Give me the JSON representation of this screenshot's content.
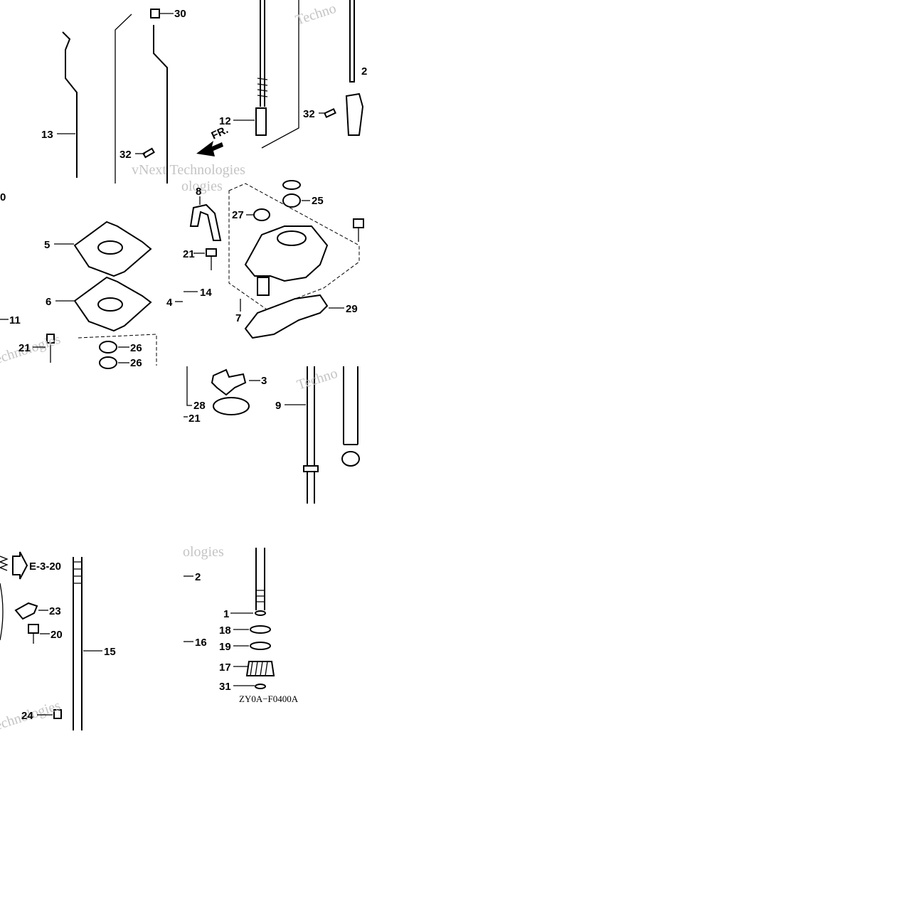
{
  "diagram": {
    "code": "ZY0A−F0400A",
    "direction_arrow": "FR.",
    "ref_callout": "E-3-20",
    "watermark": "vNext Technologies",
    "labels": [
      "1",
      "2",
      "3",
      "4",
      "5",
      "6",
      "7",
      "8",
      "9",
      "11",
      "12",
      "13",
      "14",
      "15",
      "16",
      "17",
      "18",
      "19",
      "20",
      "21",
      "23",
      "24",
      "25",
      "26",
      "27",
      "28",
      "29",
      "30",
      "31",
      "32"
    ]
  }
}
